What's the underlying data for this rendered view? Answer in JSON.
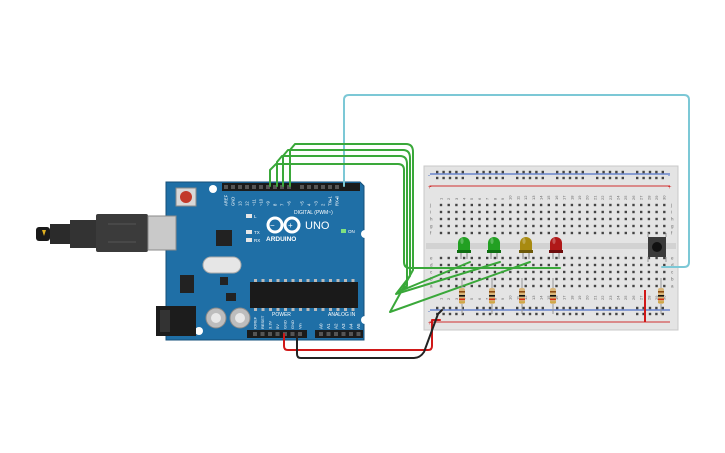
{
  "arduino": {
    "brand_text": "ARDUINO",
    "model_text": "UNO",
    "on_label": "ON",
    "digital_label": "DIGITAL (PWM~)",
    "power_label": "POWER",
    "analog_label": "ANALOG IN",
    "led_labels": {
      "l": "L",
      "tx": "TX",
      "rx": "RX"
    },
    "top_header_labels": [
      "AREF",
      "GND",
      "13",
      "12",
      "~11",
      "~10",
      "~9",
      "8",
      "7",
      "~6",
      "~5",
      "4",
      "~3",
      "2",
      "TX▸1",
      "RX◂0"
    ],
    "power_header_labels": [
      "IOREF",
      "RESET",
      "3.3V",
      "5V",
      "GND",
      "GND",
      "Vin"
    ],
    "analog_header_labels": [
      "A0",
      "A1",
      "A2",
      "A3",
      "A4",
      "A5"
    ]
  },
  "breadboard": {
    "column_numbers": [
      "1",
      "2",
      "3",
      "4",
      "5",
      "6",
      "7",
      "8",
      "9",
      "10",
      "11",
      "12",
      "13",
      "14",
      "15",
      "16",
      "17",
      "18",
      "19",
      "20",
      "21",
      "22",
      "23",
      "24",
      "25",
      "26",
      "27",
      "28",
      "29",
      "30"
    ],
    "top_row_letters": [
      "j",
      "i",
      "h",
      "g",
      "f"
    ],
    "bottom_row_letters": [
      "e",
      "d",
      "c",
      "b",
      "a"
    ],
    "rail_plus": "+",
    "rail_minus": "-"
  },
  "leds": [
    {
      "color_name": "green",
      "body": "#22a022",
      "dark": "#0f6e12"
    },
    {
      "color_name": "green",
      "body": "#22a022",
      "dark": "#0f6e12"
    },
    {
      "color_name": "yellow",
      "body": "#a88a10",
      "dark": "#6e5a0a"
    },
    {
      "color_name": "red",
      "body": "#b01818",
      "dark": "#6e0c0c"
    }
  ],
  "colors": {
    "board_blue": "#1f6fa6",
    "wire_green": "#3aa83a",
    "wire_cyan": "#7cc8d6",
    "wire_red": "#d01818",
    "wire_black": "#222222",
    "breadboard_bg": "#e4e4e4"
  },
  "icons": [
    "usb-cable-icon",
    "power-jack-icon",
    "reset-button-icon",
    "push-button-icon"
  ]
}
